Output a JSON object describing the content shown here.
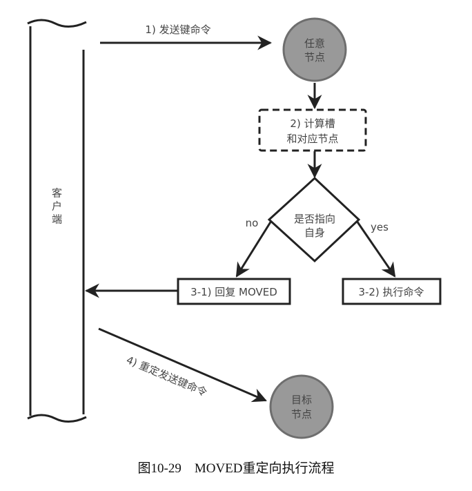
{
  "client": {
    "label": "客户端"
  },
  "steps": {
    "step1": "1) 发送键命令",
    "any_node": [
      "任意",
      "节点"
    ],
    "step2": [
      "2) 计算槽",
      "和对应节点"
    ],
    "decision": [
      "是否指向",
      "自身"
    ],
    "no": "no",
    "yes": "yes",
    "step3_1": "3-1) 回复 MOVED",
    "step3_2": "3-2) 执行命令",
    "step4": "4) 重定发送键命令",
    "target_node": [
      "目标",
      "节点"
    ]
  },
  "caption": "图10-29　MOVED重定向执行流程",
  "colors": {
    "node_fill": "#999999",
    "node_stroke": "#6e6e6e",
    "line": "#222222"
  }
}
